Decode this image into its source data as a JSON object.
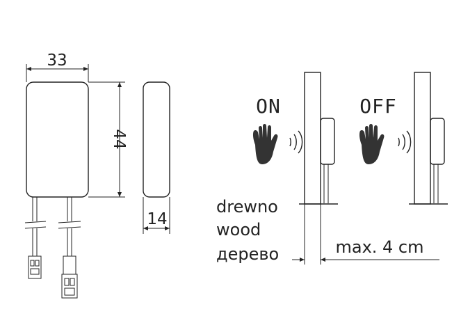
{
  "dimensions": {
    "width": "33",
    "height": "44",
    "depth": "14",
    "distance": "max. 4 cm"
  },
  "states": {
    "on": "ON",
    "off": "OFF"
  },
  "materials": [
    "drewno",
    "wood",
    "дерево"
  ],
  "icons": {
    "hand": "hand-icon",
    "wave": "sensor-wave-icon"
  },
  "colors": {
    "line": "#222222",
    "hand": "#333333"
  }
}
